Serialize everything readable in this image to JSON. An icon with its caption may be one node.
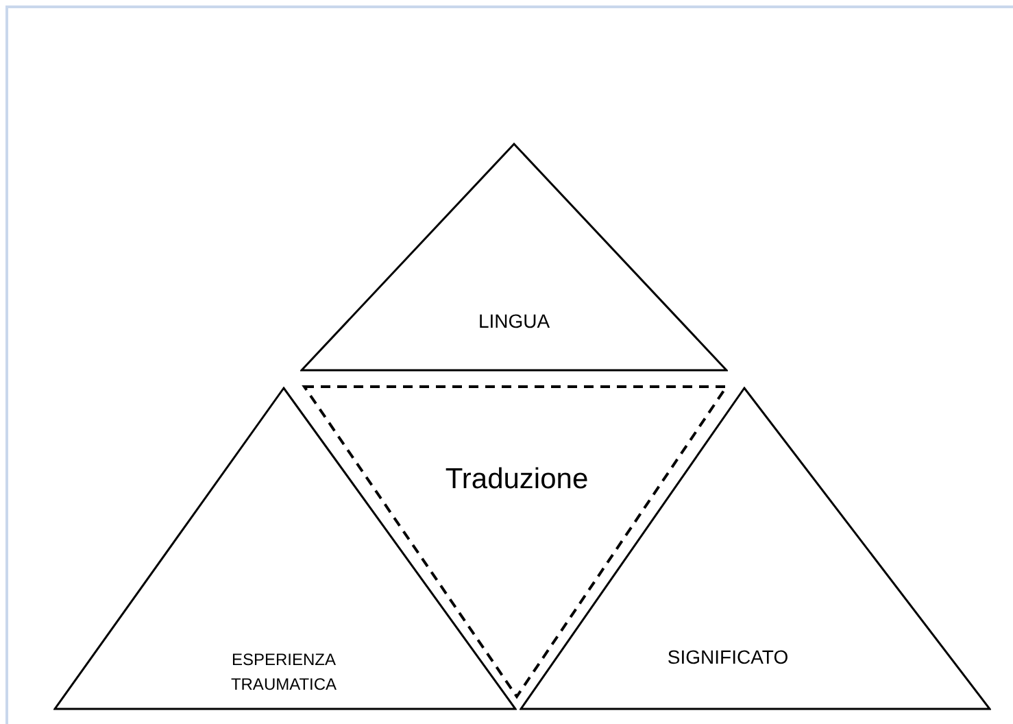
{
  "diagram": {
    "nodes": [
      {
        "text": [
          "LINGUA"
        ]
      },
      {
        "text": [
          "Traduzione"
        ]
      },
      {
        "text": [
          "ESPERIENZA TRAUMATICA"
        ]
      },
      {
        "text": [
          "SIGNIFICATO"
        ]
      }
    ]
  }
}
